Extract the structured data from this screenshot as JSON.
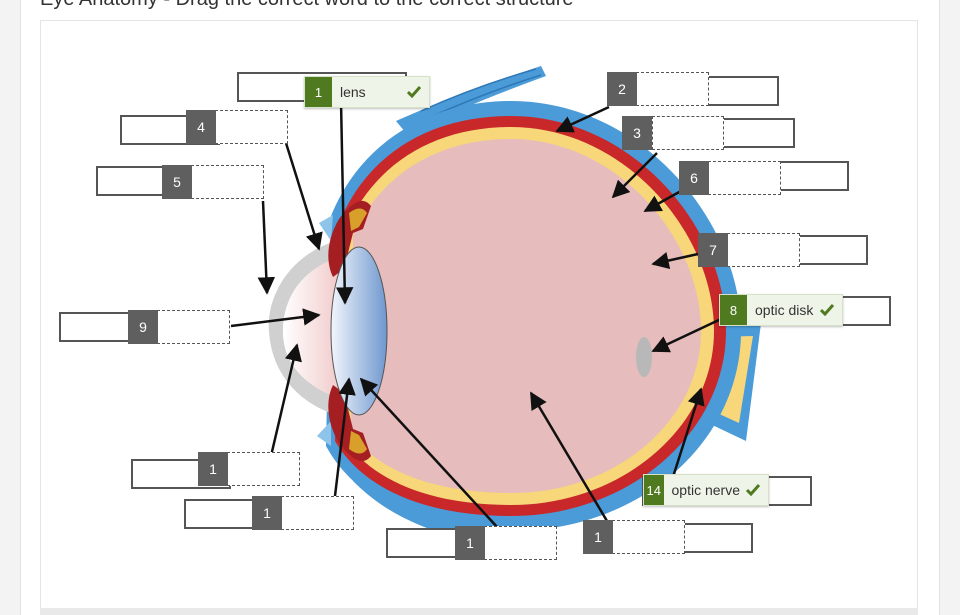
{
  "page": {
    "title": "Eye Anatomy - Drag the correct word to the correct structure"
  },
  "colors": {
    "placed_accent": "#4f7a1f",
    "number_badge": "#5f5f5f",
    "check": "#4f7a1f"
  },
  "targets": [
    {
      "number": "1",
      "answer": "lens",
      "status": "correct"
    },
    {
      "number": "2"
    },
    {
      "number": "3"
    },
    {
      "number": "4"
    },
    {
      "number": "5"
    },
    {
      "number": "6"
    },
    {
      "number": "7"
    },
    {
      "number": "8",
      "answer": "optic disk",
      "status": "correct"
    },
    {
      "number": "9"
    },
    {
      "number": "1"
    },
    {
      "number": "1"
    },
    {
      "number": "1"
    },
    {
      "number": "1"
    },
    {
      "number": "14",
      "answer": "optic nerve",
      "status": "correct"
    }
  ],
  "icons": {
    "check": "checkmark-icon"
  }
}
